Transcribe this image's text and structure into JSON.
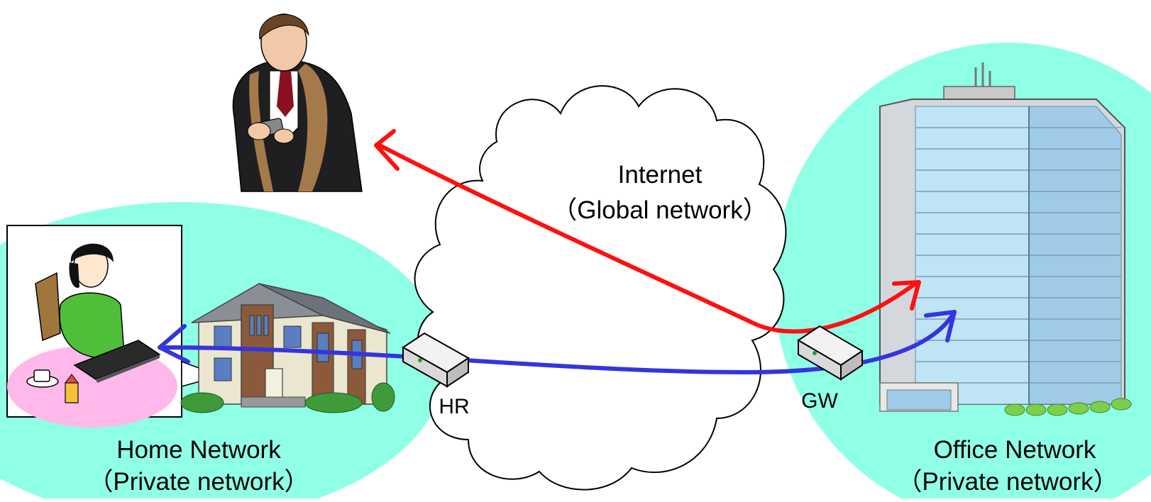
{
  "cloud": {
    "title": "Internet",
    "subtitle": "（Global network）"
  },
  "home": {
    "title": "Home Network",
    "subtitle": "（Private network）"
  },
  "office": {
    "title": "Office Network",
    "subtitle": "（Private network）"
  },
  "devices": {
    "home_router": "HR",
    "gateway": "GW"
  },
  "colors": {
    "zone_fill": "#8fffe6",
    "path_red": "#ff1010",
    "path_blue": "#3535dd",
    "desk_pink": "#ffb8ea",
    "building_glass": "#bfe4f5"
  },
  "icons": [
    "mobile-user-icon",
    "home-worker-icon",
    "house-icon",
    "office-building-icon",
    "router-icon",
    "internet-cloud-icon"
  ]
}
